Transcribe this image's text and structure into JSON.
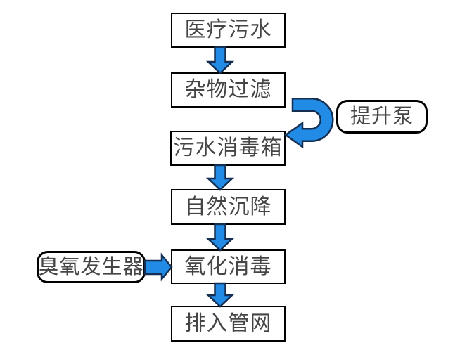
{
  "flowchart": {
    "nodes": {
      "medical_sewage": {
        "label": "医疗污水",
        "shape": "rectangle"
      },
      "debris_filter": {
        "label": "杂物过滤",
        "shape": "rectangle"
      },
      "lift_pump": {
        "label": "提升泵",
        "shape": "rounded"
      },
      "sewage_disinfect_tank": {
        "label": "污水消毒箱",
        "shape": "rectangle"
      },
      "natural_settling": {
        "label": "自然沉降",
        "shape": "rectangle"
      },
      "ozone_generator": {
        "label": "臭氧发生器",
        "shape": "rounded"
      },
      "oxidation_disinfect": {
        "label": "氧化消毒",
        "shape": "rectangle"
      },
      "discharge_network": {
        "label": "排入管网",
        "shape": "rectangle"
      }
    },
    "edges": [
      {
        "from": "医疗污水",
        "to": "杂物过滤",
        "style": "block-arrow-down"
      },
      {
        "from": "杂物过滤",
        "to": "污水消毒箱",
        "style": "u-turn-arrow-right",
        "via": "提升泵"
      },
      {
        "from": "污水消毒箱",
        "to": "自然沉降",
        "style": "block-arrow-down"
      },
      {
        "from": "自然沉降",
        "to": "氧化消毒",
        "style": "block-arrow-down"
      },
      {
        "from": "臭氧发生器",
        "to": "氧化消毒",
        "style": "block-arrow-right"
      },
      {
        "from": "氧化消毒",
        "to": "排入管网",
        "style": "block-arrow-down"
      }
    ]
  },
  "colors": {
    "arrow_fill": "#218BE6",
    "arrow_outline": "#142F52",
    "box_border": "#000000",
    "box_fill": "#FFFFFF",
    "label_text": "#454545",
    "background": "#FFFFFF"
  }
}
